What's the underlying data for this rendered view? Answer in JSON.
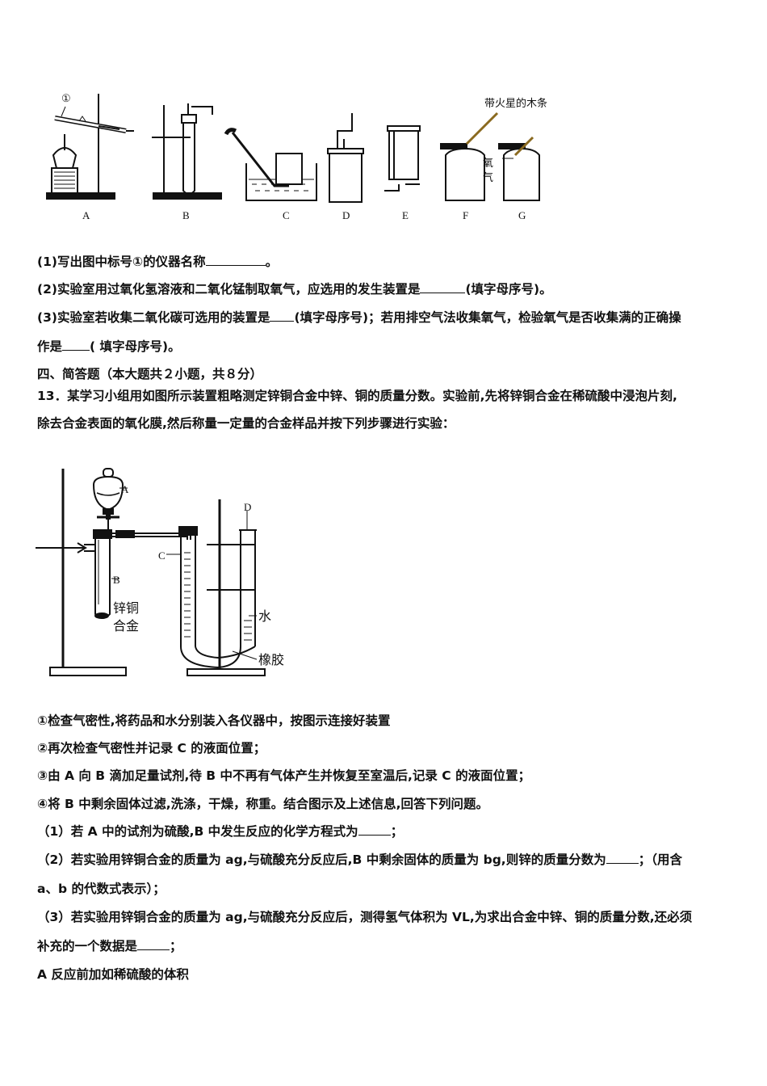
{
  "figure1": {
    "label_one": "①",
    "apparatus_labels": [
      "A",
      "B",
      "C",
      "D",
      "E",
      "F",
      "G"
    ],
    "splint_label": "带火星的木条",
    "gas_char1": "氧",
    "gas_char2": "气"
  },
  "q12": {
    "p1_before": "(1)写出图中标号①的仪器名称",
    "p1_after": "。",
    "p2_before": "(2)实验室用过氧化氢溶液和二氧化锰制取氧气，应选用的发生装置是",
    "p2_after": "(填字母序号)。",
    "p3_before": "(3)实验室若收集二氧化碳可选用的装置是",
    "p3_mid": "(填字母序号)；若用排空气法收集氧气，检验氧气是否收集满的正确操",
    "p3b_before": "作是",
    "p3b_after": "( 填字母序号)。"
  },
  "section": {
    "title": "四、简答题（本大题共２小题，共８分）",
    "q13_line1": "13．某学习小组用如图所示装置粗略测定锌铜合金中锌、铜的质量分数。实验前,先将锌铜合金在稀硫酸中浸泡片刻,",
    "q13_line2": "除去合金表面的氧化膜,然后称量一定量的合金样品并按下列步骤进行实验："
  },
  "figure2": {
    "label_A": "A",
    "label_B": "B",
    "label_C": "C",
    "label_D": "D",
    "alloy1": "锌铜",
    "alloy2": "合金",
    "water": "水",
    "rubber": "橡胶"
  },
  "steps": {
    "s1": "①检查气密性,将药品和水分别装入各仪器中，按图示连接好装置",
    "s2": "②再次检查气密性并记录 C 的液面位置；",
    "s3": "③由 A 向 B 滴加足量试剂,待 B 中不再有气体产生并恢复至室温后,记录 C 的液面位置；",
    "s4": "④将 B 中剩余固体过滤,洗涤，干燥，称重。结合图示及上述信息,回答下列问题。"
  },
  "questions": {
    "q1_before": "（1）若 A 中的试剂为硫酸,B 中发生反应的化学方程式为",
    "q1_after": "；",
    "q2_before": "（2）若实验用锌铜合金的质量为 ag,与硫酸充分反应后,B 中剩余固体的质量为 bg,则锌的质量分数为",
    "q2_after": "；（用含",
    "q2_line2": "a、b 的代数式表示）；",
    "q3_line1": "（3）若实验用锌铜合金的质量为 ag,与硫酸充分反应后，测得氢气体积为 VL,为求出合金中锌、铜的质量分数,还必须",
    "q3_before": "补充的一个数据是",
    "q3_after": "；",
    "optA": "A 反应前加如稀硫酸的体积"
  }
}
